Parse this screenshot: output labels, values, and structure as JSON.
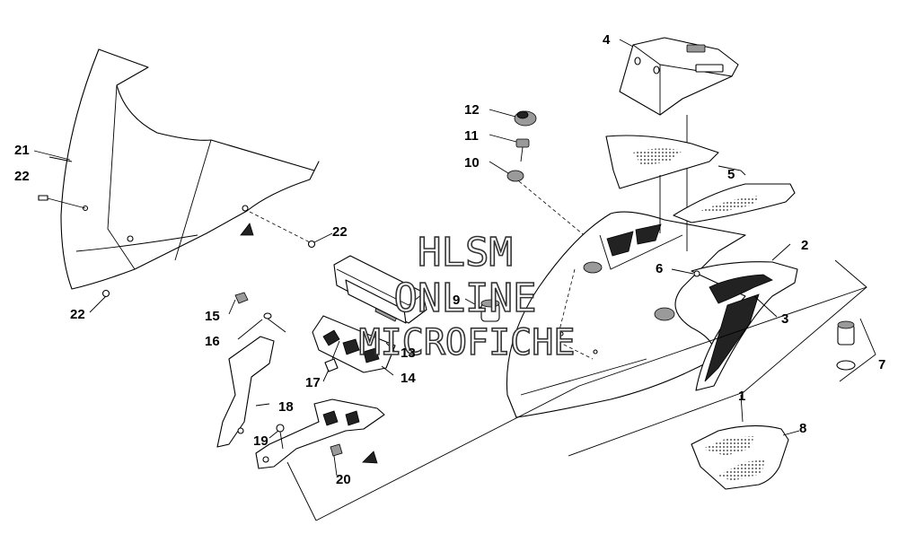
{
  "watermark": {
    "line1": "HLSM",
    "line2": "ONLINE",
    "line3": "MICROFICHE"
  },
  "callouts": [
    {
      "id": "c1",
      "label": "1"
    },
    {
      "id": "c2",
      "label": "2"
    },
    {
      "id": "c3",
      "label": "3"
    },
    {
      "id": "c4",
      "label": "4"
    },
    {
      "id": "c5",
      "label": "5"
    },
    {
      "id": "c6",
      "label": "6"
    },
    {
      "id": "c7",
      "label": "7"
    },
    {
      "id": "c8",
      "label": "8"
    },
    {
      "id": "c9",
      "label": "9"
    },
    {
      "id": "c10",
      "label": "10"
    },
    {
      "id": "c11",
      "label": "11"
    },
    {
      "id": "c12",
      "label": "12"
    },
    {
      "id": "c13",
      "label": "13"
    },
    {
      "id": "c14",
      "label": "14"
    },
    {
      "id": "c15",
      "label": "15"
    },
    {
      "id": "c16",
      "label": "16"
    },
    {
      "id": "c17",
      "label": "17"
    },
    {
      "id": "c18",
      "label": "18"
    },
    {
      "id": "c19",
      "label": "19"
    },
    {
      "id": "c20",
      "label": "20"
    },
    {
      "id": "c21",
      "label": "21"
    },
    {
      "id": "c22a",
      "label": "22"
    },
    {
      "id": "c22b",
      "label": "22"
    },
    {
      "id": "c22c",
      "label": "22"
    }
  ]
}
